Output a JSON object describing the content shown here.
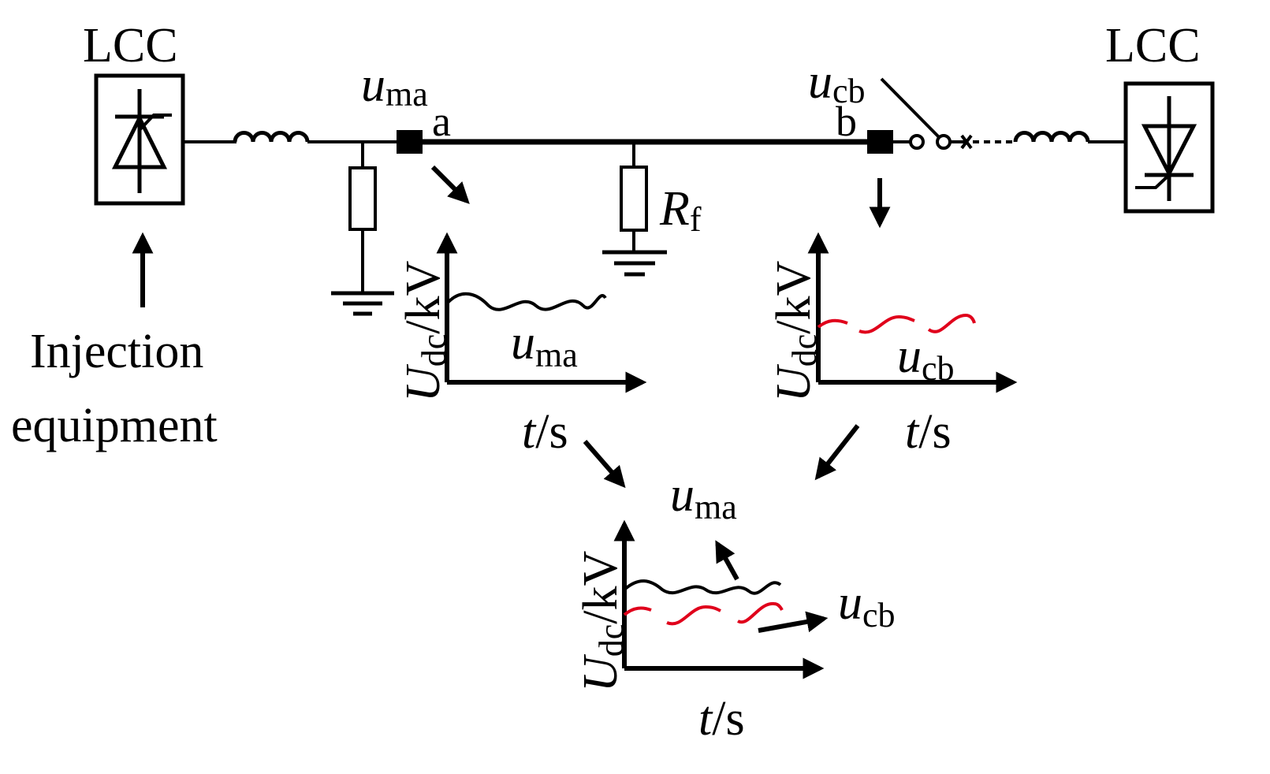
{
  "converters": {
    "left_label": "LCC",
    "right_label": "LCC"
  },
  "injection": {
    "line1": "Injection",
    "line2": "equipment"
  },
  "nodes": {
    "a": "a",
    "b": "b"
  },
  "measurements": {
    "ma": {
      "var": "u",
      "sub": "ma"
    },
    "cb": {
      "var": "u",
      "sub": "cb"
    }
  },
  "fault_resistor": {
    "var": "R",
    "sub": "f"
  },
  "plot_axes": {
    "y_var": "U",
    "y_sub": "dc",
    "y_unit": "/kV",
    "x_var": "t",
    "x_unit": "/s"
  },
  "colors": {
    "line": "#000000",
    "ucb_waveform": "#e0001b",
    "uma_waveform": "#000000"
  }
}
